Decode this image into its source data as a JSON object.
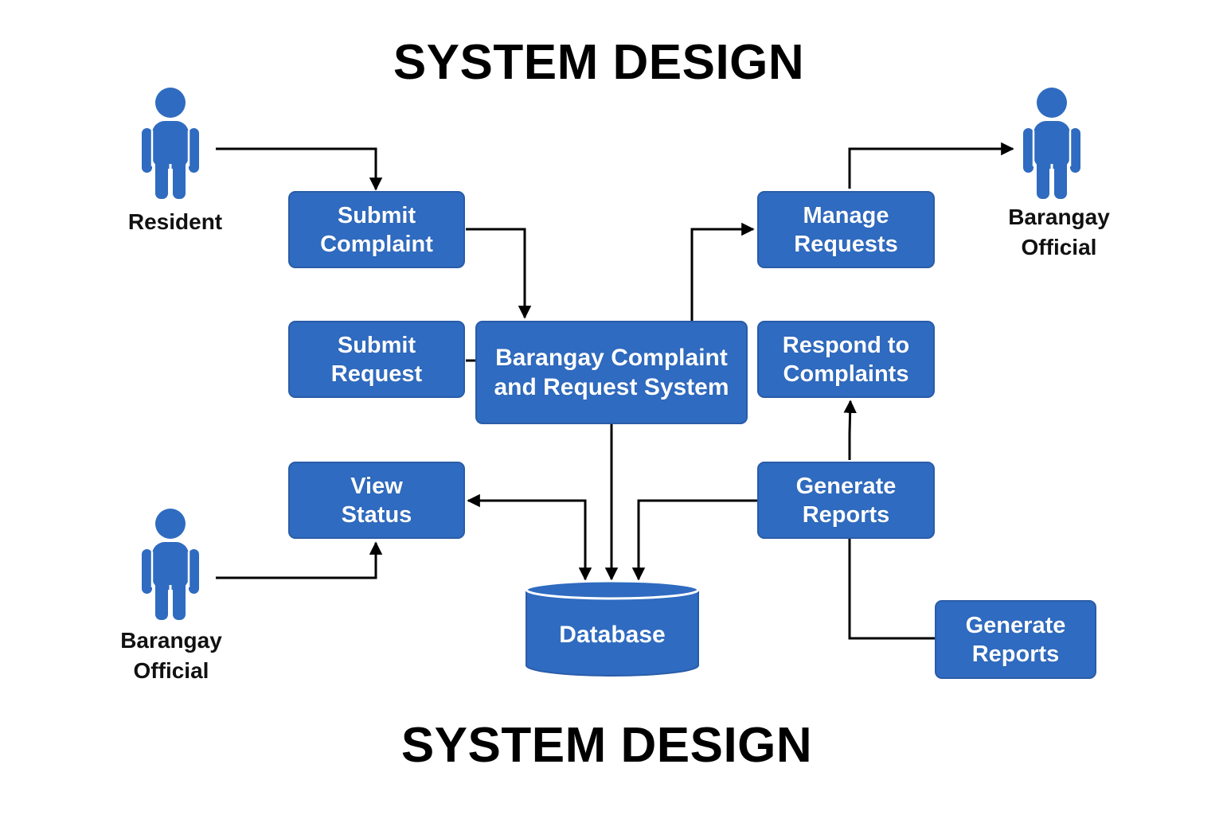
{
  "title_top": "SYSTEM DESIGN",
  "title_bottom": "SYSTEM DESIGN",
  "colors": {
    "box_fill": "#2f6bc0",
    "box_border": "#2a5ca8",
    "actor": "#2f6bc0",
    "connector": "#000000",
    "background": "#ffffff"
  },
  "actors": {
    "resident": {
      "label": [
        "Resident"
      ],
      "icon": "person-icon"
    },
    "official_top": {
      "label": [
        "Barangay",
        "Official"
      ],
      "icon": "person-icon"
    },
    "official_bottom": {
      "label": [
        "Barangay",
        "Official"
      ],
      "icon": "person-icon"
    }
  },
  "processes": {
    "submit_complaint": [
      "Submit",
      "Complaint"
    ],
    "submit_request": [
      "Submit",
      "Request"
    ],
    "system": [
      "Barangay Complaint",
      "and Request System"
    ],
    "view_status": [
      "View",
      "Status"
    ],
    "manage_requests": [
      "Manage",
      "Requests"
    ],
    "respond_to_complaints": [
      "Respond to",
      "Complaints"
    ],
    "generate_reports": [
      "Generate",
      "Reports"
    ],
    "generate_reports_secondary": [
      "Generate",
      "Reports"
    ]
  },
  "datastore": {
    "label": "Database",
    "icon": "database-cylinder-icon"
  },
  "connections": [
    {
      "from": "Resident",
      "to": "Submit Complaint"
    },
    {
      "from": "Submit Complaint",
      "to": "Barangay Complaint and Request System"
    },
    {
      "from": "Submit Request",
      "to": "Barangay Complaint and Request System"
    },
    {
      "from": "Barangay Complaint and Request System",
      "to": "Manage Requests"
    },
    {
      "from": "Manage Requests",
      "to": "Barangay Official"
    },
    {
      "from": "Barangay Complaint and Request System",
      "to": "Database"
    },
    {
      "from": "Database",
      "to": "View Status"
    },
    {
      "from": "View Status",
      "to": "Database"
    },
    {
      "from": "Barangay Official",
      "to": "View Status"
    },
    {
      "from": "Generate Reports",
      "to": "Database"
    },
    {
      "from": "Generate Reports",
      "to": "Respond to Complaints"
    },
    {
      "from": "Generate Reports",
      "to": "Generate Reports"
    }
  ]
}
